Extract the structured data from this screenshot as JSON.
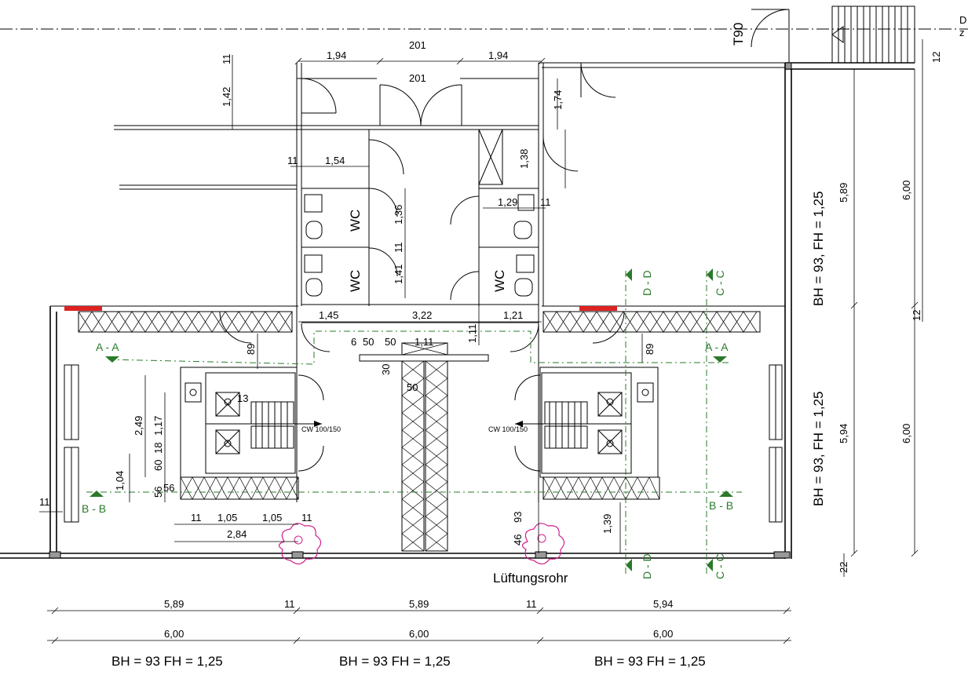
{
  "labels": {
    "t90": "T90",
    "wc": "WC",
    "lueftungsrohr": "Lüftungsrohr",
    "cw": "CW 100/150",
    "edge_top": "D",
    "edge_bottom": "z"
  },
  "sections": {
    "aa": "A - A",
    "bb": "B - B",
    "cc": "C - C",
    "dd": "D - D"
  },
  "bh_fh": {
    "spaced": "BH = 93 FH = 1,25",
    "comma": "BH = 93, FH = 1,25"
  },
  "dims": {
    "d201": "201",
    "d194": "1,94",
    "d11": "11",
    "d142": "1,42",
    "d174": "1,74",
    "d154": "1,54",
    "d138": "1,38",
    "d136": "1,36",
    "d141": "1,41",
    "d129": "1,29",
    "d145": "1,45",
    "d322": "3,22",
    "d121": "1,21",
    "d111": "1,11",
    "d6": "6",
    "d50": "50",
    "d30": "30",
    "d89": "89",
    "d249": "2,49",
    "d117": "1,17",
    "d60": "60",
    "d18": "18",
    "d104": "1,04",
    "d56": "56",
    "d13": "13",
    "d105": "1,05",
    "d284": "2,84",
    "d93": "93",
    "d46": "46",
    "d139": "1,39",
    "d589": "5,89",
    "d594": "5,94",
    "d600": "6,00",
    "d12": "12",
    "d22": "22"
  }
}
